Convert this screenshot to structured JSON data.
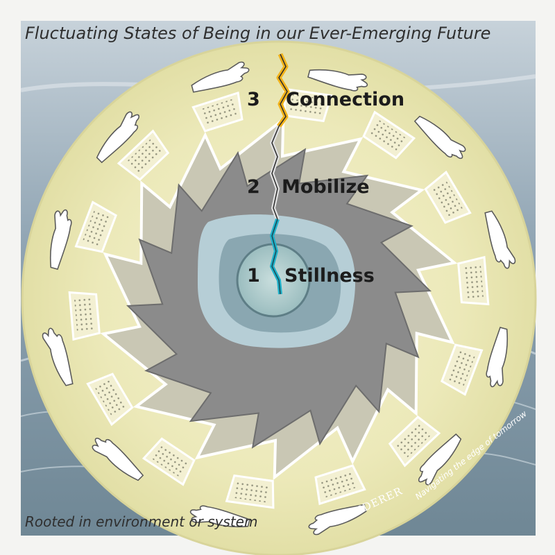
{
  "title": "Fluctuating States of Being in our Ever-Emerging Future",
  "footer": "Rooted in environment or system",
  "levels": [
    {
      "number": "3",
      "label": "Connection"
    },
    {
      "number": "2",
      "label": "Mobilize"
    },
    {
      "number": "1",
      "label": "Stillness"
    }
  ],
  "brand": "WANDERER",
  "tagline": "Navigating the edge of tomorrow",
  "colors": {
    "outer_sphere": "#ecebc0",
    "gear_ring": "#c8c6b2",
    "gear_core": "#8a8a8a",
    "pool_outer": "#b7cfd6",
    "pool_inner": "#8aa8b2",
    "center": "#9fc2c6",
    "crack_connection": "#f1b21a",
    "crack_stillness": "#1fb0c8",
    "sea": "#9aaebb"
  },
  "icons": [
    "reaching-hand-icon",
    "lightning-crack-icon",
    "dotted-panel-icon"
  ]
}
